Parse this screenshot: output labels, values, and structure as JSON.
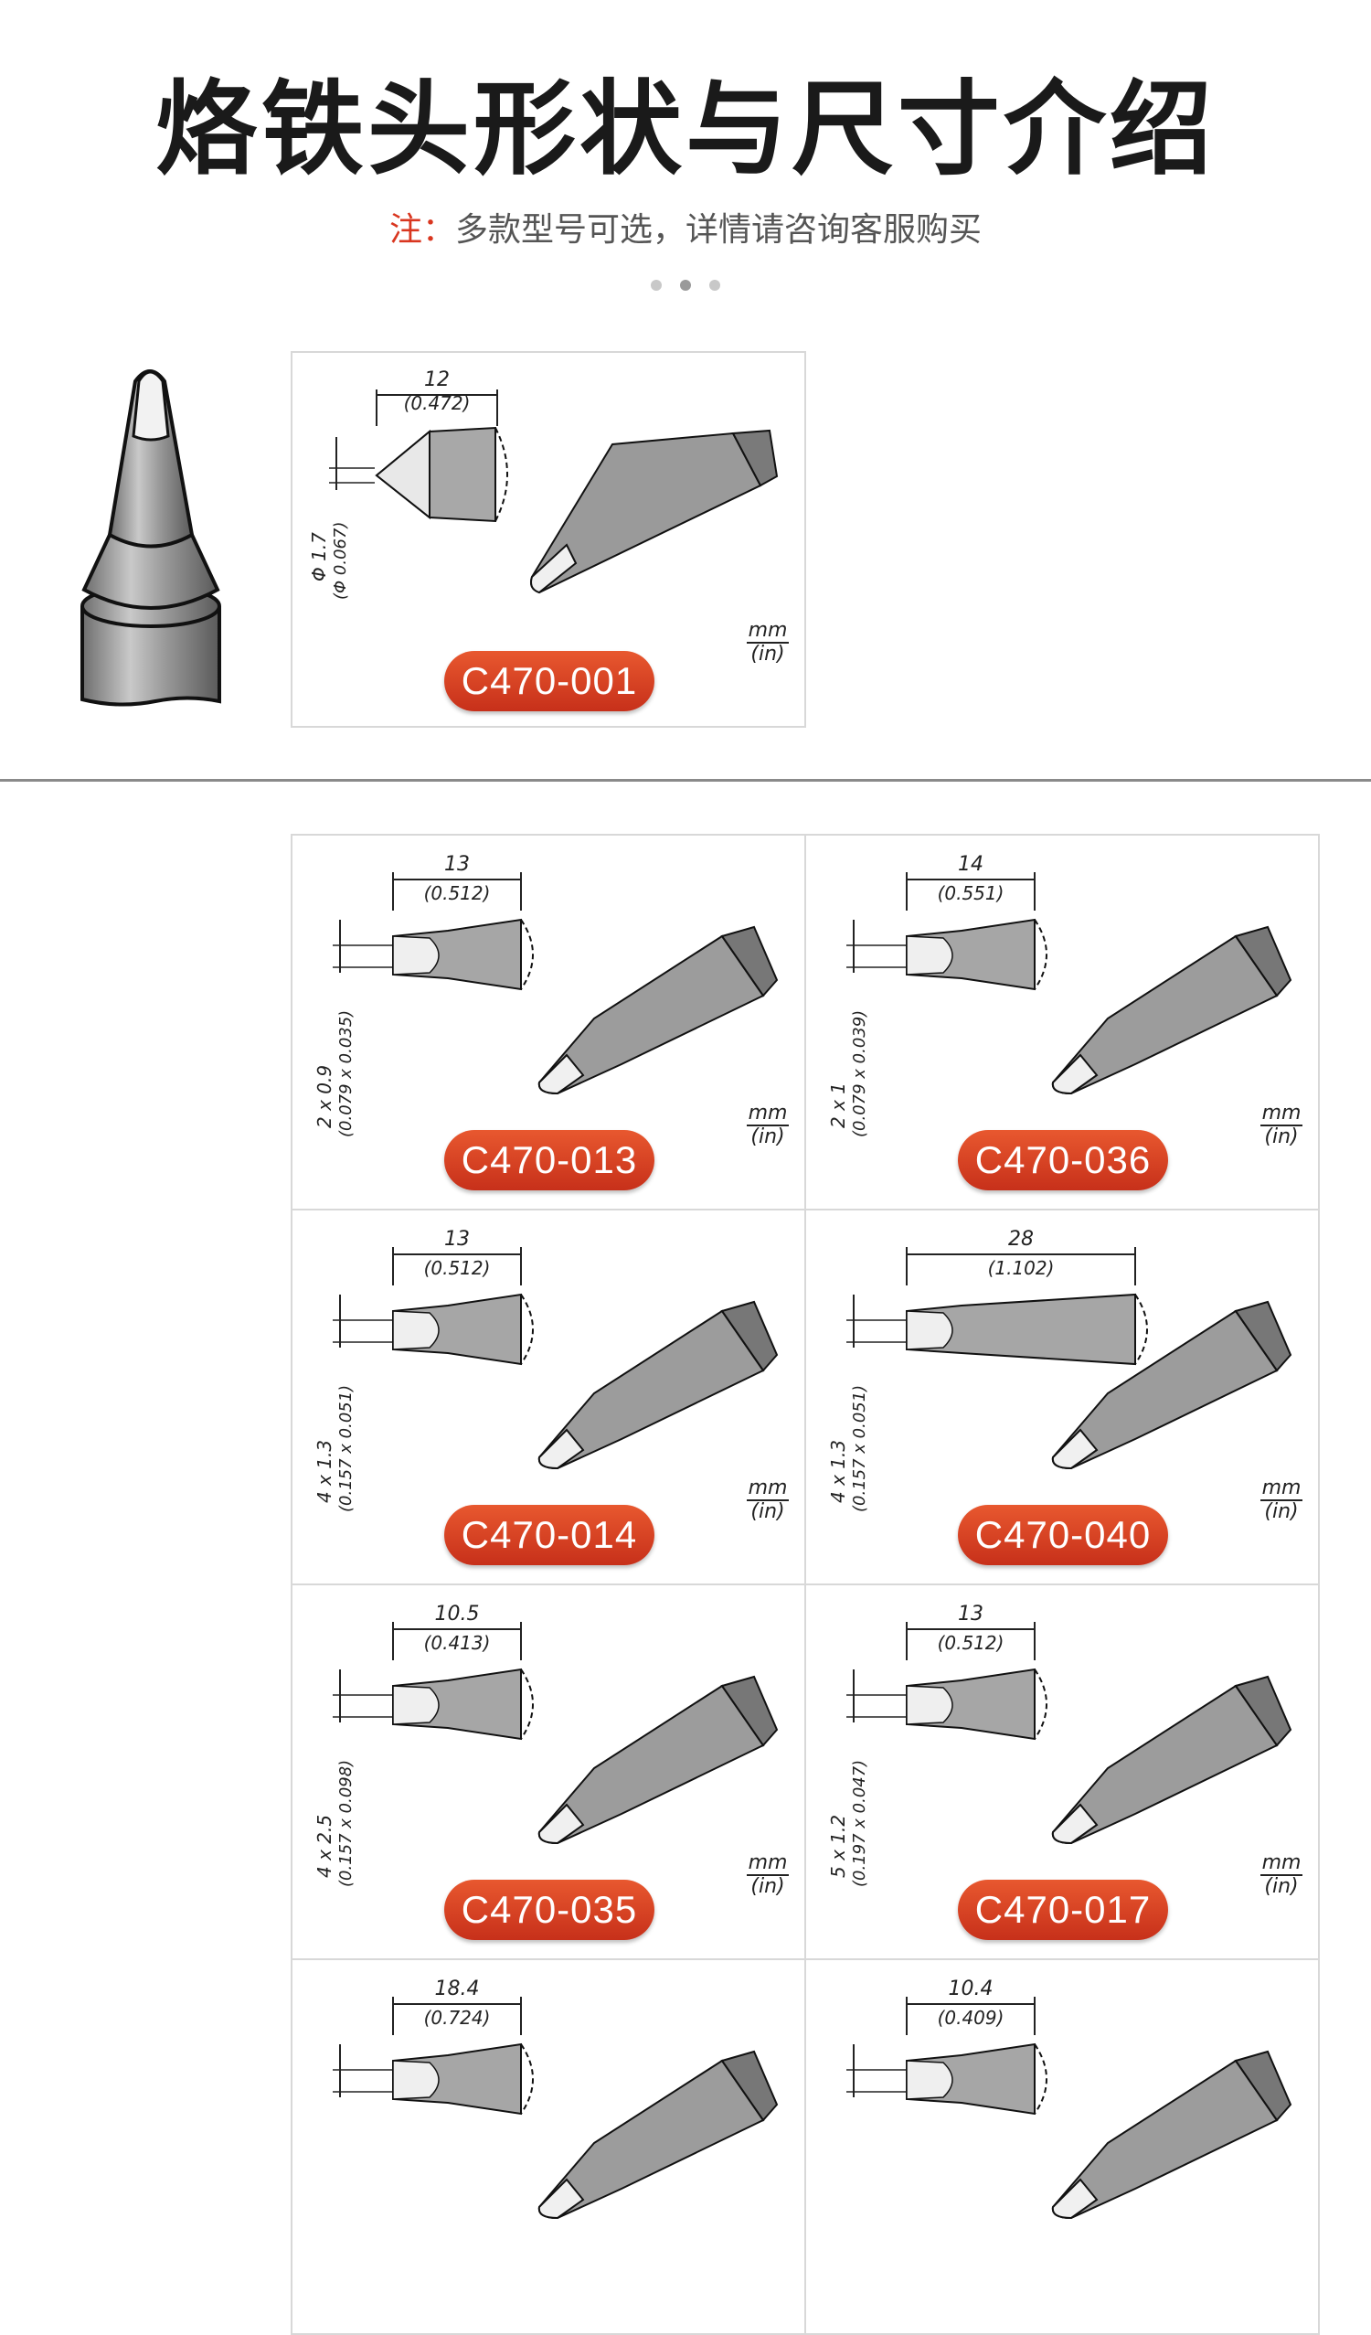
{
  "header": {
    "title": "烙铁头形状与尺寸介绍",
    "note_label": "注：",
    "note_text": "多款型号可选，详情请咨询客服购买"
  },
  "carousel": {
    "dot_count": 3,
    "active_index": 1
  },
  "units": {
    "primary": "mm",
    "secondary": "(in)"
  },
  "featured": {
    "model": "C470-001",
    "length": "12",
    "length_in": "(0.472)",
    "tip": "Φ 1.7",
    "tip_in": "(Φ 0.067)"
  },
  "tips": [
    {
      "model": "C470-013",
      "length": "13",
      "length_in": "(0.512)",
      "tip": "2 x 0.9",
      "tip_in": "(0.079 x 0.035)"
    },
    {
      "model": "C470-036",
      "length": "14",
      "length_in": "(0.551)",
      "tip": "2 x 1",
      "tip_in": "(0.079 x 0.039)"
    },
    {
      "model": "C470-014",
      "length": "13",
      "length_in": "(0.512)",
      "tip": "4 x 1.3",
      "tip_in": "(0.157 x 0.051)"
    },
    {
      "model": "C470-040",
      "length": "28",
      "length_in": "(1.102)",
      "tip": "4 x 1.3",
      "tip_in": "(0.157 x 0.051)"
    },
    {
      "model": "C470-035",
      "length": "10.5",
      "length_in": "(0.413)",
      "tip": "4 x 2.5",
      "tip_in": "(0.157 x 0.098)"
    },
    {
      "model": "C470-017",
      "length": "13",
      "length_in": "(0.512)",
      "tip": "5 x 1.2",
      "tip_in": "(0.197 x 0.047)"
    },
    {
      "model": "",
      "length": "18.4",
      "length_in": "(0.724)",
      "tip": "",
      "tip_in": ""
    },
    {
      "model": "",
      "length": "10.4",
      "length_in": "(0.409)",
      "tip": "",
      "tip_in": ""
    }
  ]
}
